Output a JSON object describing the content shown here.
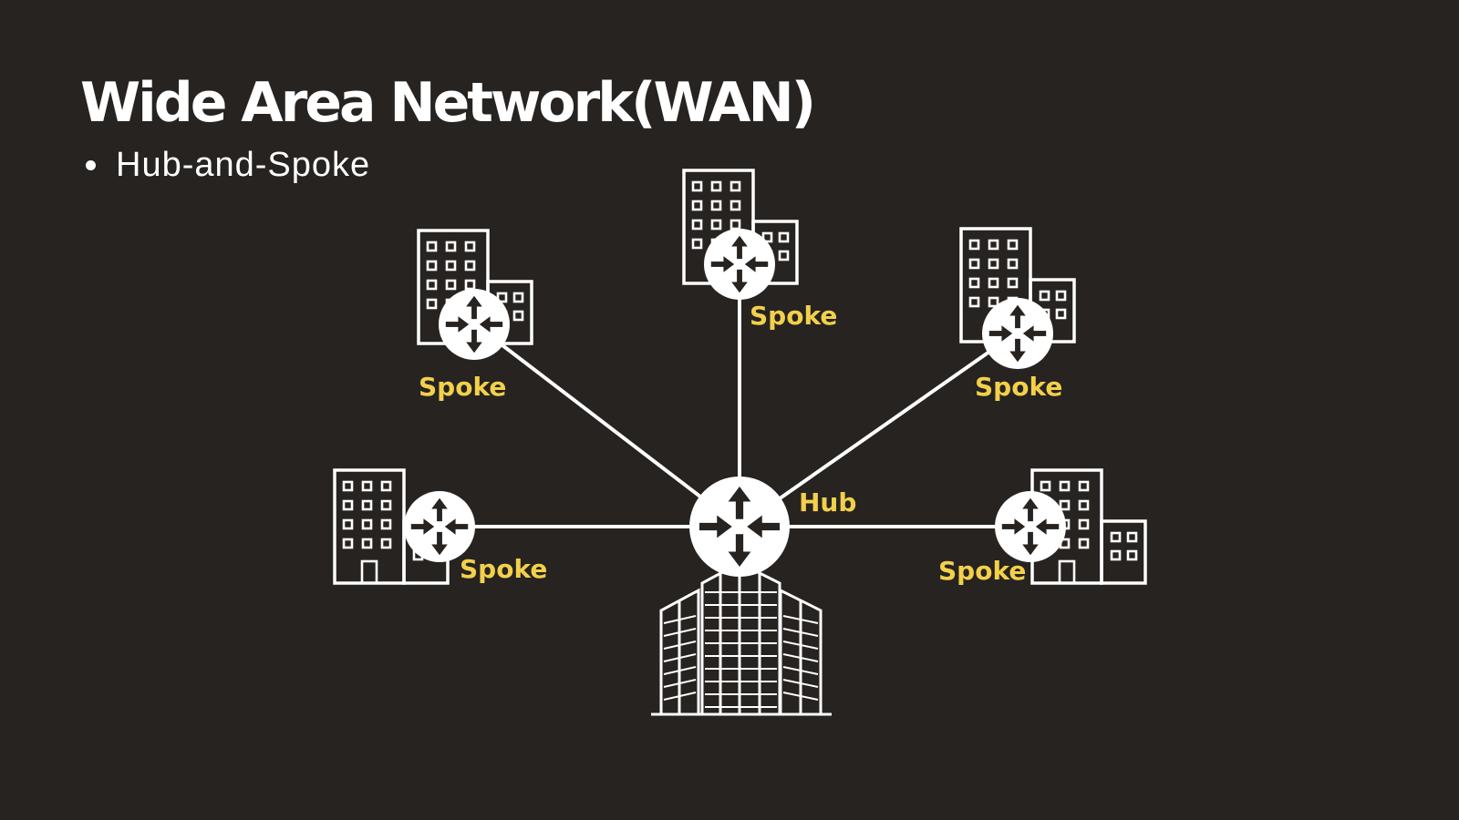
{
  "slide": {
    "title": "Wide Area Network(WAN)",
    "bullet": "Hub-and-Spoke"
  },
  "diagram": {
    "hub": {
      "label": "Hub",
      "icon": "skyscraper-icon"
    },
    "spokes": [
      {
        "id": "top",
        "label": "Spoke",
        "icon": "office-building-icon"
      },
      {
        "id": "upper-left",
        "label": "Spoke",
        "icon": "office-building-icon"
      },
      {
        "id": "upper-right",
        "label": "Spoke",
        "icon": "office-building-icon"
      },
      {
        "id": "left",
        "label": "Spoke",
        "icon": "office-building-icon"
      },
      {
        "id": "right",
        "label": "Spoke",
        "icon": "office-building-icon"
      }
    ],
    "router_icon": "router-icon",
    "colors": {
      "background": "#262321",
      "lines": "#ffffff",
      "labels": "#f2d04b"
    }
  }
}
